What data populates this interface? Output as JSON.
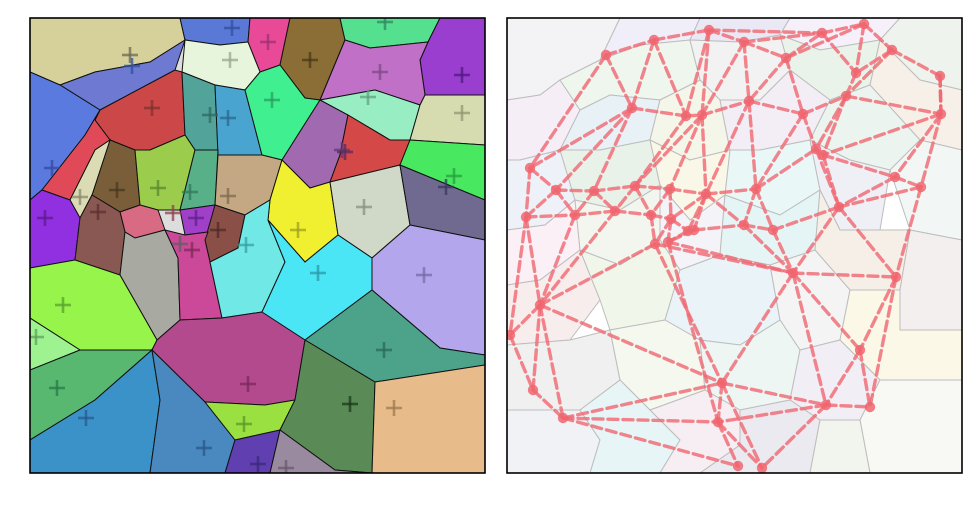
{
  "panels": [
    {
      "id": "voronoi",
      "kind": "colored-voronoi-with-seed-markers",
      "seed_marker": "plus",
      "cell_edge_color": "#000000"
    },
    {
      "id": "delaunay",
      "kind": "faded-voronoi-with-delaunay-triangulation",
      "edge_color": "#f06670",
      "edge_style": "dashed",
      "vertex_color": "#f06670"
    }
  ]
}
